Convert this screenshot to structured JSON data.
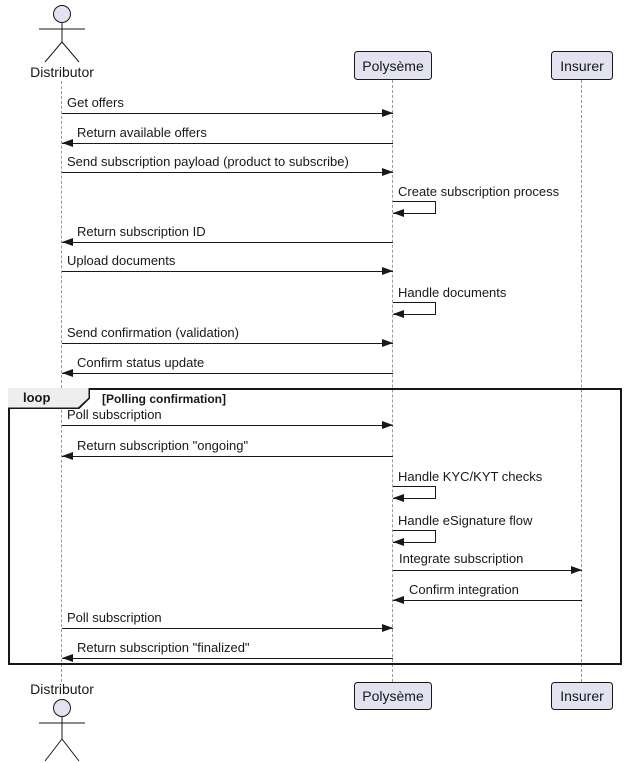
{
  "diagram": {
    "kind": "uml-sequence-diagram"
  },
  "participants": [
    {
      "name": "Distributor",
      "kind": "actor"
    },
    {
      "name": "Polysème",
      "kind": "participant"
    },
    {
      "name": "Insurer",
      "kind": "participant"
    }
  ],
  "fragment": {
    "operator": "loop",
    "condition": "[Polling confirmation]"
  },
  "messages": [
    {
      "from": "Distributor",
      "to": "Polysème",
      "type": "arrow-right",
      "label": "Get offers"
    },
    {
      "from": "Polysème",
      "to": "Distributor",
      "type": "arrow-left",
      "label": "Return available offers"
    },
    {
      "from": "Distributor",
      "to": "Polysème",
      "type": "arrow-right",
      "label": "Send subscription payload (product to subscribe)"
    },
    {
      "from": "Polysème",
      "to": "Polysème",
      "type": "self",
      "label": "Create subscription process"
    },
    {
      "from": "Polysème",
      "to": "Distributor",
      "type": "arrow-left",
      "label": "Return subscription ID"
    },
    {
      "from": "Distributor",
      "to": "Polysème",
      "type": "arrow-right",
      "label": "Upload documents"
    },
    {
      "from": "Polysème",
      "to": "Polysème",
      "type": "self",
      "label": "Handle documents"
    },
    {
      "from": "Distributor",
      "to": "Polysème",
      "type": "arrow-right",
      "label": "Send confirmation (validation)"
    },
    {
      "from": "Polysème",
      "to": "Distributor",
      "type": "arrow-left",
      "label": "Confirm status update"
    },
    {
      "from": "Distributor",
      "to": "Polysème",
      "type": "arrow-right",
      "label": "Poll subscription",
      "in_fragment": true
    },
    {
      "from": "Polysème",
      "to": "Distributor",
      "type": "arrow-left",
      "label": "Return subscription \"ongoing\"",
      "in_fragment": true
    },
    {
      "from": "Polysème",
      "to": "Polysème",
      "type": "self",
      "label": "Handle KYC/KYT checks",
      "in_fragment": true
    },
    {
      "from": "Polysème",
      "to": "Polysème",
      "type": "self",
      "label": "Handle eSignature flow",
      "in_fragment": true
    },
    {
      "from": "Polysème",
      "to": "Insurer",
      "type": "arrow-right",
      "label": "Integrate subscription",
      "in_fragment": true
    },
    {
      "from": "Insurer",
      "to": "Polysème",
      "type": "arrow-left",
      "label": "Confirm integration",
      "in_fragment": true
    },
    {
      "from": "Distributor",
      "to": "Polysème",
      "type": "arrow-right",
      "label": "Poll subscription",
      "in_fragment": true
    },
    {
      "from": "Polysème",
      "to": "Distributor",
      "type": "arrow-left",
      "label": "Return subscription \"finalized\"",
      "in_fragment": true
    }
  ],
  "colors": {
    "participant_fill": "#E2E2F0",
    "border": "#181818",
    "lifeline": "#9A9A9A",
    "fragment_tab_fill": "#EEEEEE",
    "text": "#181818",
    "background": "#FFFFFF"
  }
}
